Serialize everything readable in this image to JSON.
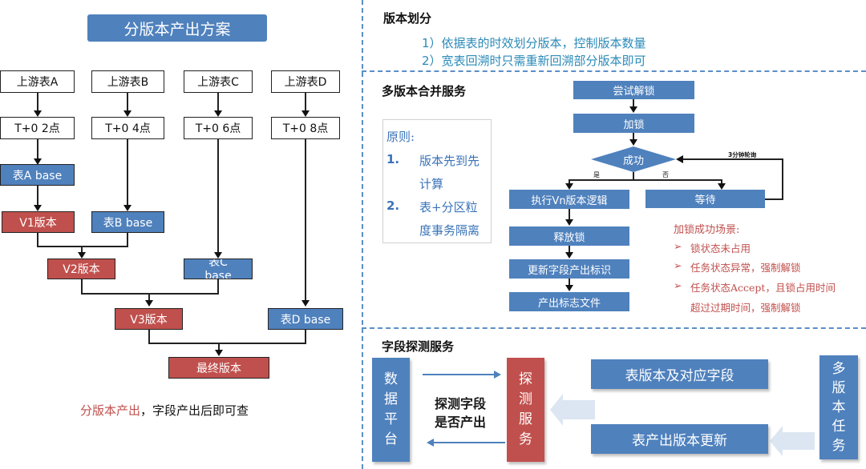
{
  "left_panel": {
    "title": "分版本产出方案",
    "sources": [
      "上游表A",
      "上游表B",
      "上游表C",
      "上游表D"
    ],
    "times": [
      "T+0 2点",
      "T+0 4点",
      "T+0 6点",
      "T+0 8点"
    ],
    "bases": [
      "表A base",
      "表B base",
      "表C base",
      "表D base"
    ],
    "versions": [
      "V1版本",
      "V2版本",
      "V3版本",
      "最终版本"
    ],
    "caption_highlight": "分版本产出",
    "caption_rest": "，字段产出后即可查"
  },
  "version_split": {
    "title": "版本划分",
    "points": [
      "1）依据表的时效划分版本，控制版本数量",
      "2）宽表回溯时只需重新回溯部分版本即可"
    ]
  },
  "merge_service": {
    "title": "多版本合并服务",
    "principles": {
      "heading": "原则:",
      "items": [
        {
          "num": "1.",
          "line1": "版本先到先",
          "line2": "计算"
        },
        {
          "num": "2.",
          "line1": "表+分区粒",
          "line2": "度事务隔离"
        }
      ]
    },
    "flow": {
      "try_unlock": "尝试解锁",
      "lock": "加锁",
      "decision": "成功",
      "yes": "是",
      "no": "否",
      "poll": "3分钟轮询",
      "wait": "等待",
      "steps": [
        "执行Vn版本逻辑",
        "释放锁",
        "更新字段产出标识",
        "产出标志文件"
      ]
    },
    "success_scenarios": {
      "heading": "加锁成功场景:",
      "bullet": "➢",
      "items": [
        "锁状态未占用",
        "任务状态异常，强制解锁",
        "任务状态Accept，且锁占用时间",
        "超过过期时间，强制解锁"
      ]
    }
  },
  "detect_service": {
    "title": "字段探测服务",
    "data_platform": [
      "数",
      "据",
      "平",
      "台"
    ],
    "detect_label_1": "探测字段",
    "detect_label_2": "是否产出",
    "detect_service_box": [
      "探",
      "测",
      "服",
      "务"
    ],
    "table_versions": "表版本及对应字段",
    "table_update": "表产出版本更新",
    "multi_version_task": [
      "多",
      "版",
      "本",
      "任",
      "务"
    ]
  },
  "colors": {
    "blue": "#4f81bd",
    "red": "#c0504d",
    "dash": "#5b8ec8",
    "teal_text": "#2b8ab8",
    "arrow_light": "#dce6f2"
  }
}
